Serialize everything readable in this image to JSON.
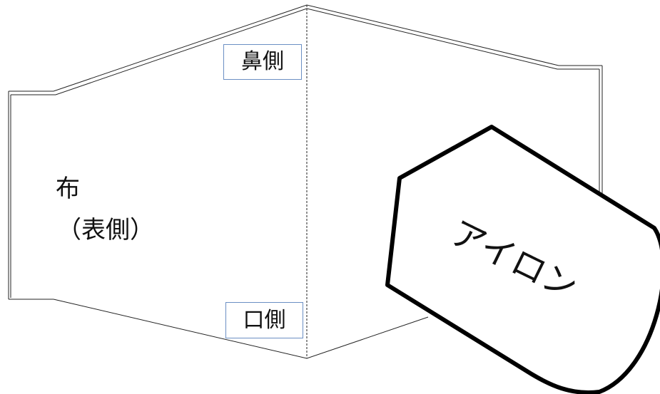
{
  "labels": {
    "nose_side": "鼻側",
    "mouth_side": "口側",
    "cloth": "布",
    "cloth_side": "（表側）",
    "iron": "アイロン"
  },
  "colors": {
    "outline": "#111111",
    "label_border": "#6b8fc4",
    "iron_stroke": "#000000",
    "background": "#ffffff"
  }
}
